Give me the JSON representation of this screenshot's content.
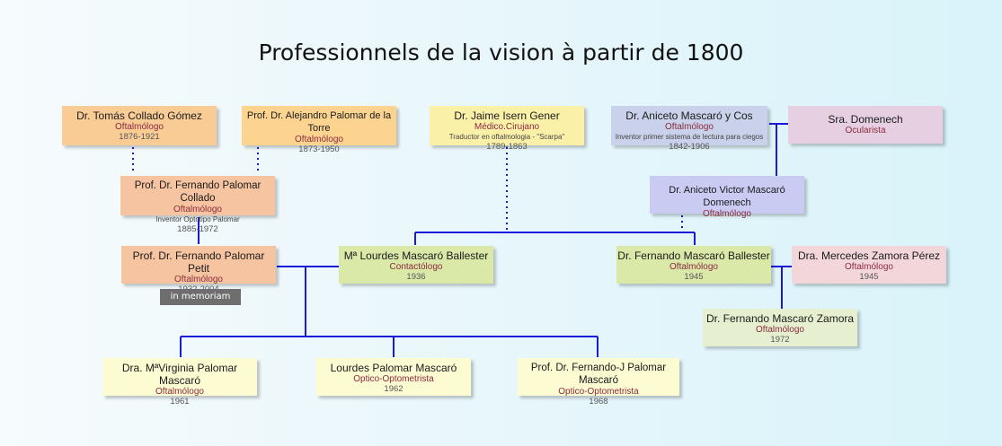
{
  "title": "Professionnels de la vision à partir de 1800",
  "memoriam": "in memoriam",
  "colors": {
    "orange": "#f9cc96",
    "salmon": "#f6c4a0",
    "yellow": "#fbf0a8",
    "lightyellow": "#fdfbd2",
    "green": "#dae8a8",
    "blue": "#c9d2ea",
    "lavender": "#c9cbf3",
    "pink": "#e5cfe0",
    "rose": "#f3d6da",
    "palegreen": "#e6f0d0",
    "line": "#1a1ad8"
  },
  "people": [
    {
      "id": "collado_gomez",
      "name": "Dr. Tomás Collado Gómez",
      "role": "Oftalmólogo",
      "years": "1876-1921"
    },
    {
      "id": "palomar_torre",
      "name": "Prof. Dr. Alejandro Palomar de la Torre",
      "role": "Oftalmólogo",
      "years": "1873-1950"
    },
    {
      "id": "isern_gener",
      "name": "Dr. Jaime Isern Gener",
      "role": "Médico.Cirujano",
      "note": "Traductor en oftalmologia - \"Scarpa\"",
      "years": "1789-1863"
    },
    {
      "id": "mascaro_cos",
      "name": "Dr. Aniceto Mascaró y Cos",
      "role": "Oftalmólogo",
      "note": "Inventor primer sistema de lectura para ciegos",
      "years": "1842-1906"
    },
    {
      "id": "domenech",
      "name": "Sra. Domenech",
      "role": "Ocularista"
    },
    {
      "id": "palomar_collado",
      "name": "Prof. Dr. Fernando Palomar Collado",
      "role": "Oftalmólogo",
      "note": "Inventor Optotipo Palomar",
      "years": "1885-1972"
    },
    {
      "id": "mascaro_domenech",
      "name": "Dr. Aniceto Victor Mascaró Domenech",
      "role": "Oftalmólogo"
    },
    {
      "id": "palomar_petit",
      "name": "Prof. Dr. Fernando Palomar Petit",
      "role": "Oftalmólogo",
      "years": "1932-2004"
    },
    {
      "id": "lourdes_mascaro",
      "name": "Mª Lourdes Mascaró Ballester",
      "role": "Contactólogo",
      "years": "1936"
    },
    {
      "id": "fernando_mascaro_b",
      "name": "Dr. Fernando Mascaró Ballester",
      "role": "Oftalmólogo",
      "years": "1945"
    },
    {
      "id": "zamora_perez",
      "name": "Dra. Mercedes Zamora Pérez",
      "role": "Oftalmólogo",
      "years": "1945"
    },
    {
      "id": "mascaro_zamora",
      "name": "Dr. Fernando Mascaró Zamora",
      "role": "Oftalmólogo",
      "years": "1972"
    },
    {
      "id": "virginia",
      "name": "Dra. MªVirginia Palomar Mascaró",
      "role": "Oftalmólogo",
      "years": "1961"
    },
    {
      "id": "lourdes_palomar",
      "name": "Lourdes Palomar Mascaró",
      "role": "Optico-Optometrista",
      "years": "1962"
    },
    {
      "id": "fernando_j",
      "name": "Prof. Dr. Fernando-J Palomar Mascaró",
      "role": "Optico-Optometrista",
      "years": "1968"
    }
  ]
}
